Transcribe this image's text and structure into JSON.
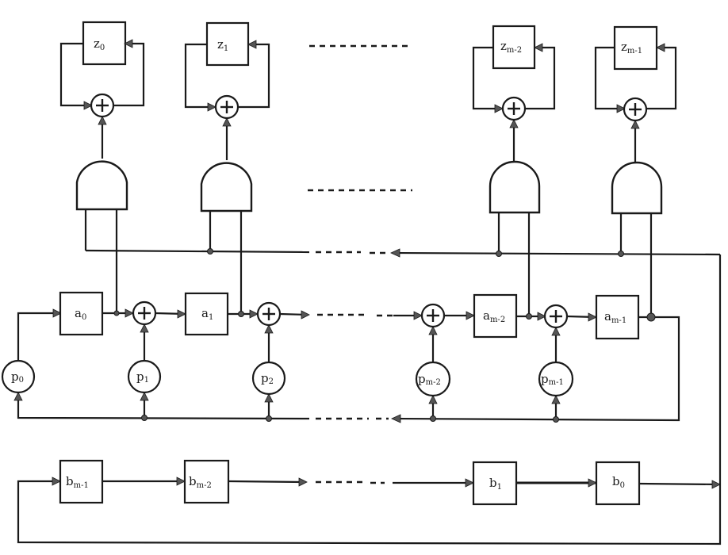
{
  "diagram": {
    "type": "circuit-block-diagram",
    "accumulators": [
      {
        "base": "z",
        "sub": "0"
      },
      {
        "base": "z",
        "sub": "1"
      },
      {
        "base": "z",
        "sub": "m-2"
      },
      {
        "base": "z",
        "sub": "m-1"
      }
    ],
    "a_registers": [
      {
        "base": "a",
        "sub": "0"
      },
      {
        "base": "a",
        "sub": "1"
      },
      {
        "base": "a",
        "sub": "m-2"
      },
      {
        "base": "a",
        "sub": "m-1"
      }
    ],
    "p_coefficients": [
      {
        "base": "p",
        "sub": "0"
      },
      {
        "base": "p",
        "sub": "1"
      },
      {
        "base": "p",
        "sub": "2"
      },
      {
        "base": "p",
        "sub": "m-2"
      },
      {
        "base": "p",
        "sub": "m-1"
      }
    ],
    "b_registers": [
      {
        "base": "b",
        "sub": "m-1"
      },
      {
        "base": "b",
        "sub": "m-2"
      },
      {
        "base": "b",
        "sub": "1"
      },
      {
        "base": "b",
        "sub": "0"
      }
    ],
    "adder_symbol": "+",
    "colors": {
      "line": "#1a1a1a",
      "arrow_fill": "#555555",
      "background": "#ffffff"
    }
  }
}
